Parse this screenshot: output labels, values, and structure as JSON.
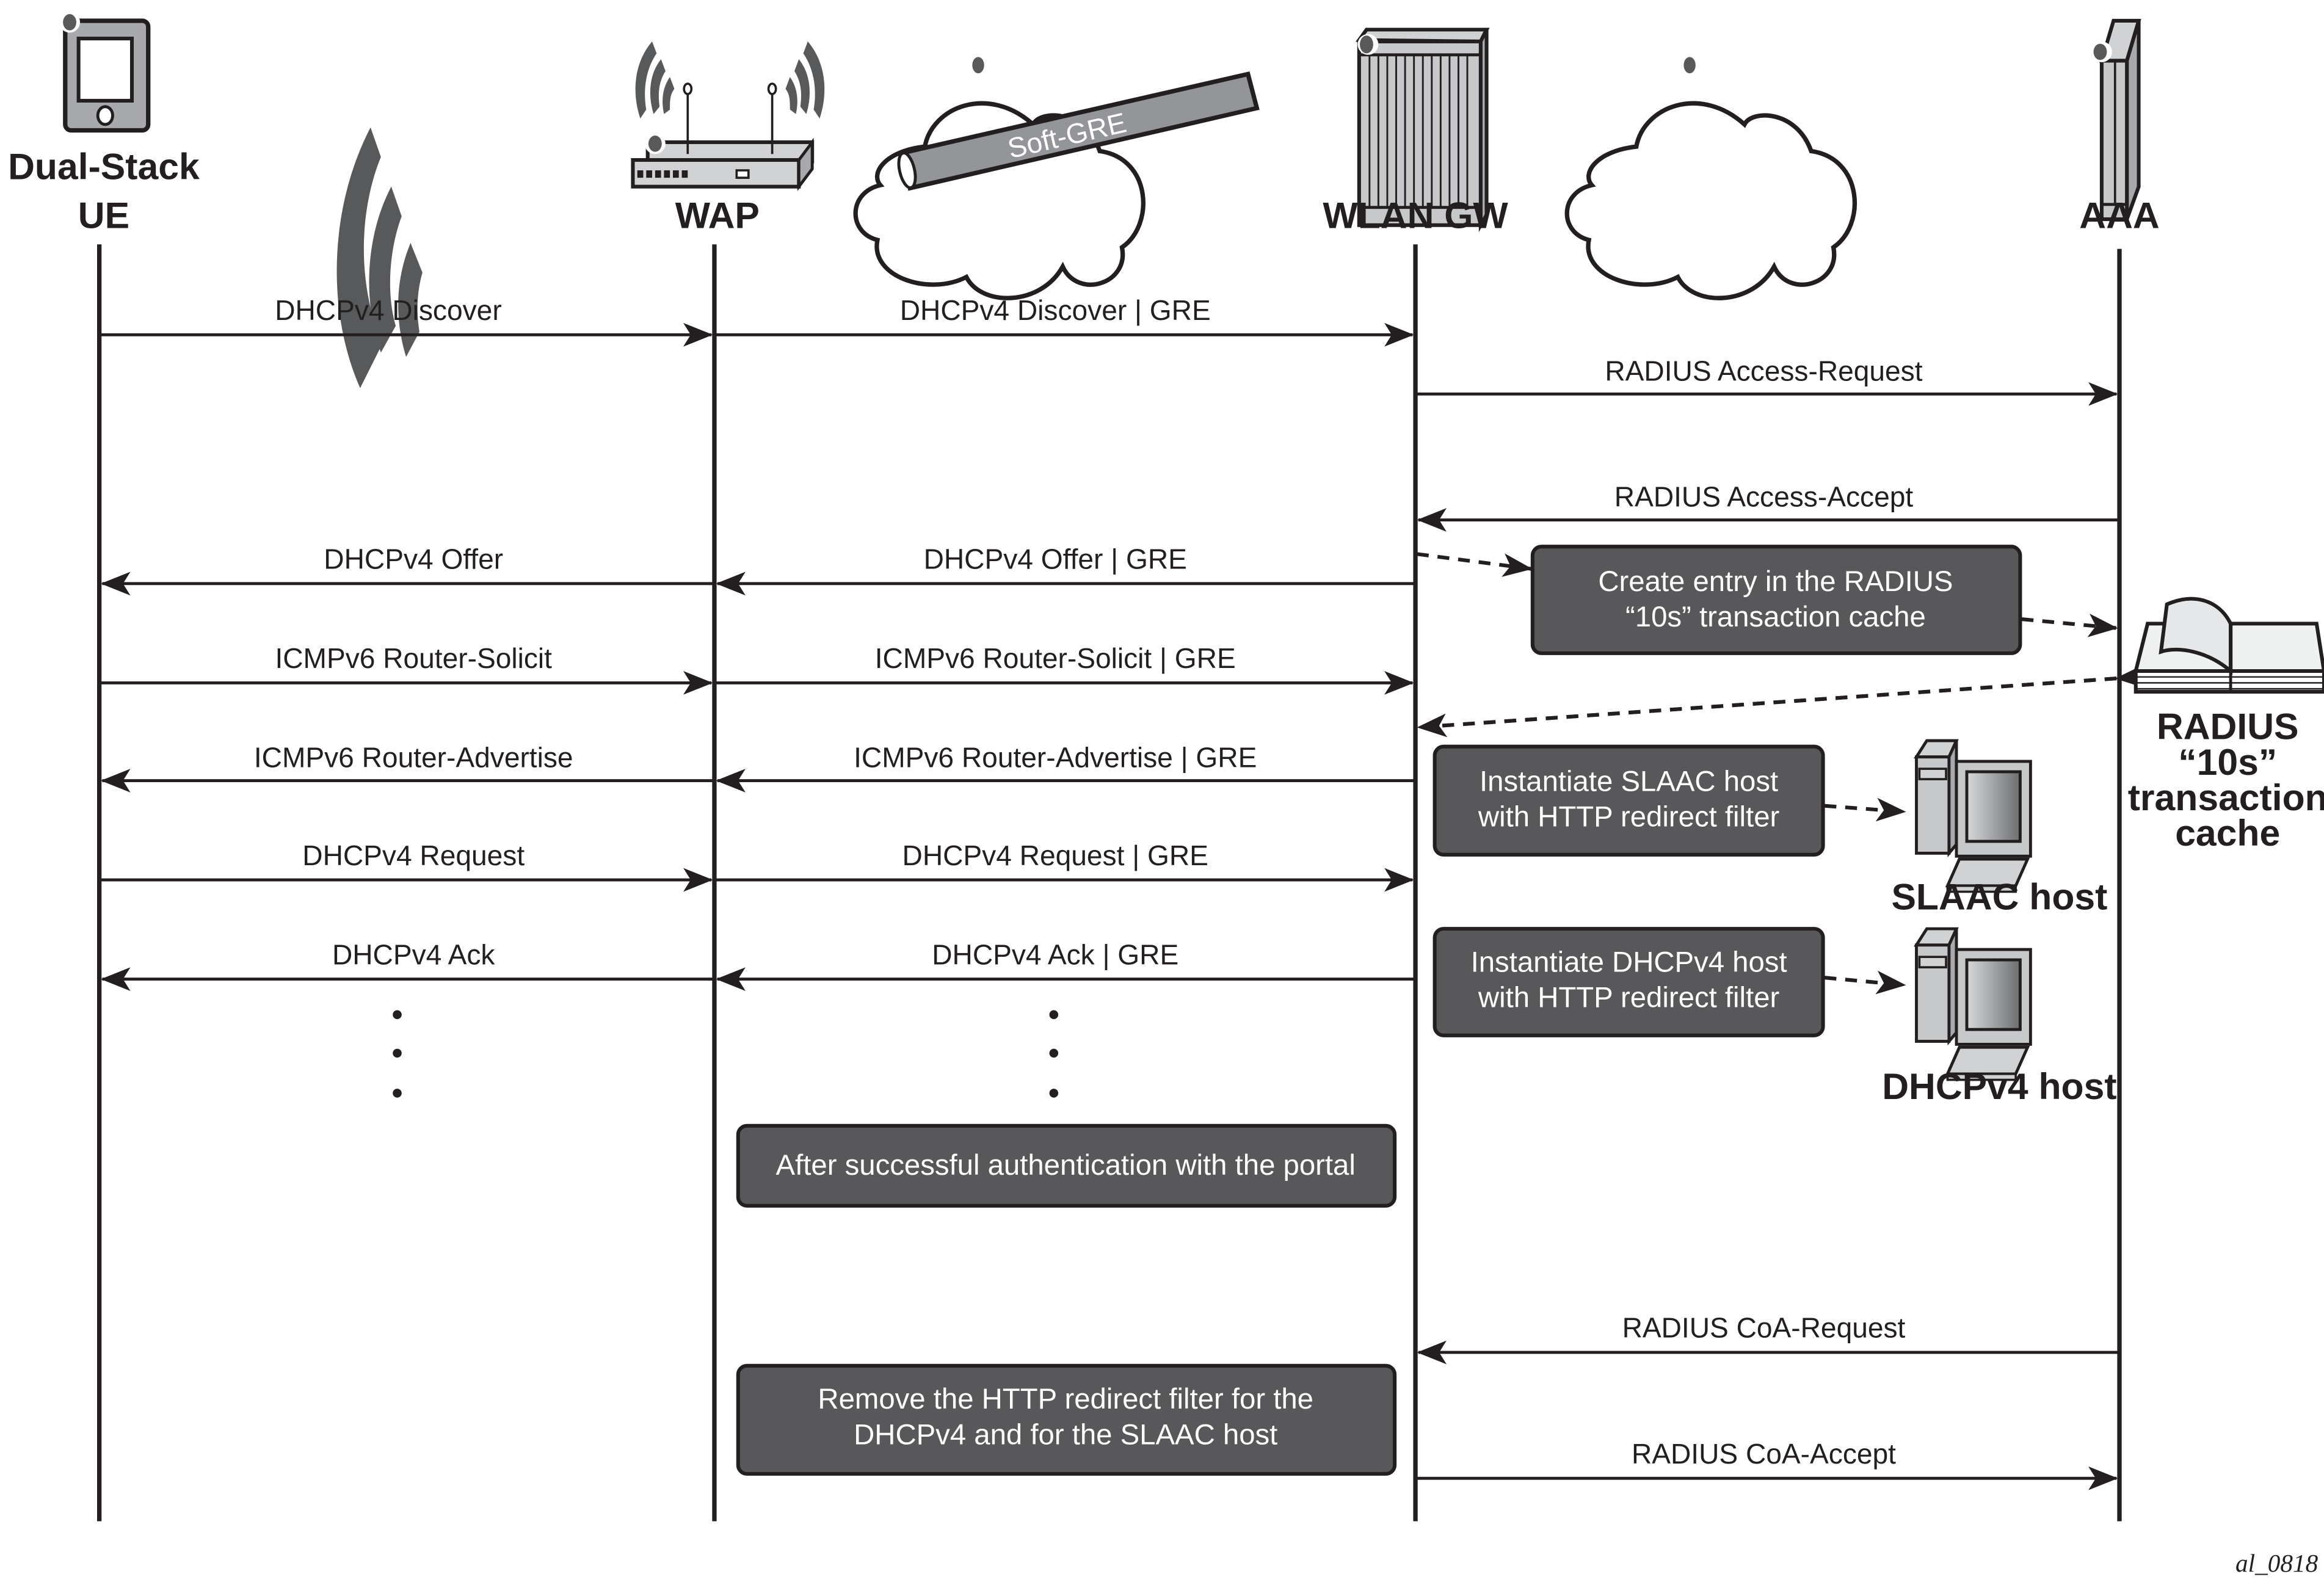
{
  "entities": {
    "ue": {
      "line1": "Dual-Stack",
      "line2": "UE"
    },
    "wap": {
      "label": "WAP"
    },
    "wlan_gw": {
      "label": "WLAN GW"
    },
    "aaa": {
      "label": "AAA"
    }
  },
  "tunnel_label": "Soft-GRE",
  "messages": {
    "ue_discover": "DHCPv4 Discover",
    "wap_discover": "DHCPv4 Discover | GRE",
    "access_request": "RADIUS Access-Request",
    "access_accept": "RADIUS Access-Accept",
    "ue_offer": "DHCPv4 Offer",
    "wap_offer": "DHCPv4 Offer | GRE",
    "ue_rs": "ICMPv6 Router-Solicit",
    "wap_rs": "ICMPv6 Router-Solicit | GRE",
    "ue_ra": "ICMPv6 Router-Advertise",
    "wap_ra": "ICMPv6 Router-Advertise | GRE",
    "ue_request": "DHCPv4 Request",
    "wap_request": "DHCPv4 Request | GRE",
    "ue_ack": "DHCPv4 Ack",
    "wap_ack": "DHCPv4 Ack | GRE",
    "coa_request": "RADIUS CoA-Request",
    "coa_accept": "RADIUS CoA-Accept"
  },
  "notes": {
    "cache_entry": [
      "Create entry in the RADIUS",
      "“10s” transaction cache"
    ],
    "slaac_host": [
      "Instantiate SLAAC host",
      "with HTTP redirect filter"
    ],
    "dhcpv4_host": [
      "Instantiate DHCPv4 host",
      "with HTTP redirect filter"
    ],
    "after_auth": "After successful authentication with the portal",
    "remove_filter": [
      "Remove the HTTP redirect filter for the",
      "DHCPv4 and for the SLAAC host"
    ]
  },
  "side_labels": {
    "cache": [
      "RADIUS",
      "“10s”",
      "transaction",
      "cache"
    ],
    "slaac_host": "SLAAC host",
    "dhcpv4_host": "DHCPv4 host"
  },
  "figure_id": "al_0818",
  "colors": {
    "ink": "#231f20",
    "note_fill": "#58585a",
    "device_light": "#d1d2d4",
    "device_mid": "#a7a9ac",
    "device_dark": "#58595b"
  }
}
